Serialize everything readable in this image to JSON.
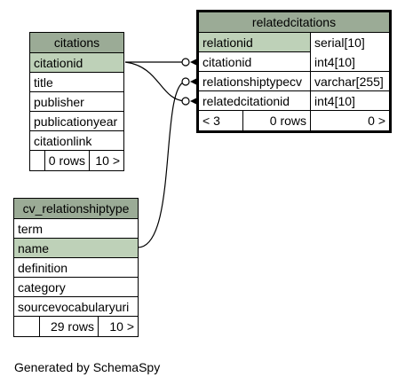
{
  "tables": {
    "citations": {
      "name": "citations",
      "columns": [
        "citationid",
        "title",
        "publisher",
        "publicationyear",
        "citationlink"
      ],
      "rows_label": "0 rows",
      "children_label": "10 >"
    },
    "relatedcitations": {
      "name": "relatedcitations",
      "columns": [
        {
          "name": "relationid",
          "type": "serial[10]"
        },
        {
          "name": "citationid",
          "type": "int4[10]"
        },
        {
          "name": "relationshiptypecv",
          "type": "varchar[255]"
        },
        {
          "name": "relatedcitationid",
          "type": "int4[10]"
        }
      ],
      "parents_label": "< 3",
      "rows_label": "0 rows",
      "children_label": "0 >"
    },
    "cv_relationshiptype": {
      "name": "cv_relationshiptype",
      "columns": [
        "term",
        "name",
        "definition",
        "category",
        "sourcevocabularyuri"
      ],
      "rows_label": "29 rows",
      "children_label": "10 >"
    }
  },
  "footer": "Generated by SchemaSpy",
  "colors": {
    "header_bg": "#9bab96",
    "key_bg": "#bed1b8",
    "line": "#000000"
  }
}
